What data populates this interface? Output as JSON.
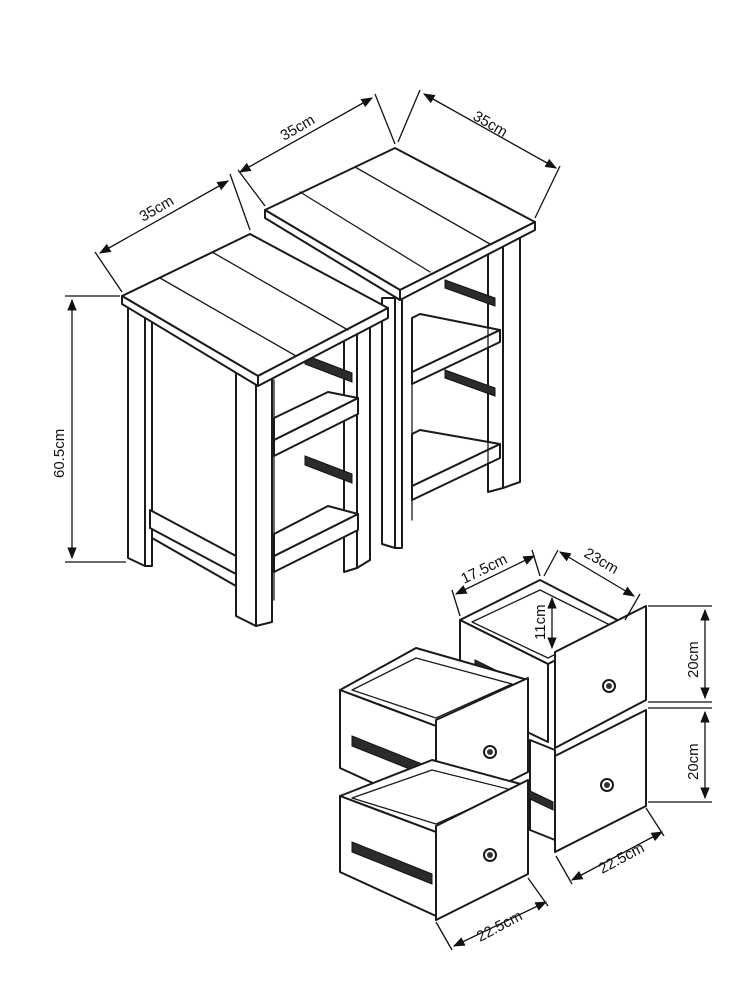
{
  "colors": {
    "line": "#1a1a1a",
    "background": "#ffffff",
    "runner": "#2b2b2b"
  },
  "dimensions": {
    "top_width_left": "35cm",
    "top_width_right": "35cm",
    "top_depth": "35cm",
    "height": "60.5cm",
    "drawer_inner_width": "17.5cm",
    "drawer_inner_depth": "23cm",
    "drawer_inner_height": "11cm",
    "drawer_front_height_upper": "20cm",
    "drawer_front_height_lower": "20cm",
    "drawer_front_width_right": "22.5cm",
    "drawer_front_width_left": "22.5cm"
  }
}
